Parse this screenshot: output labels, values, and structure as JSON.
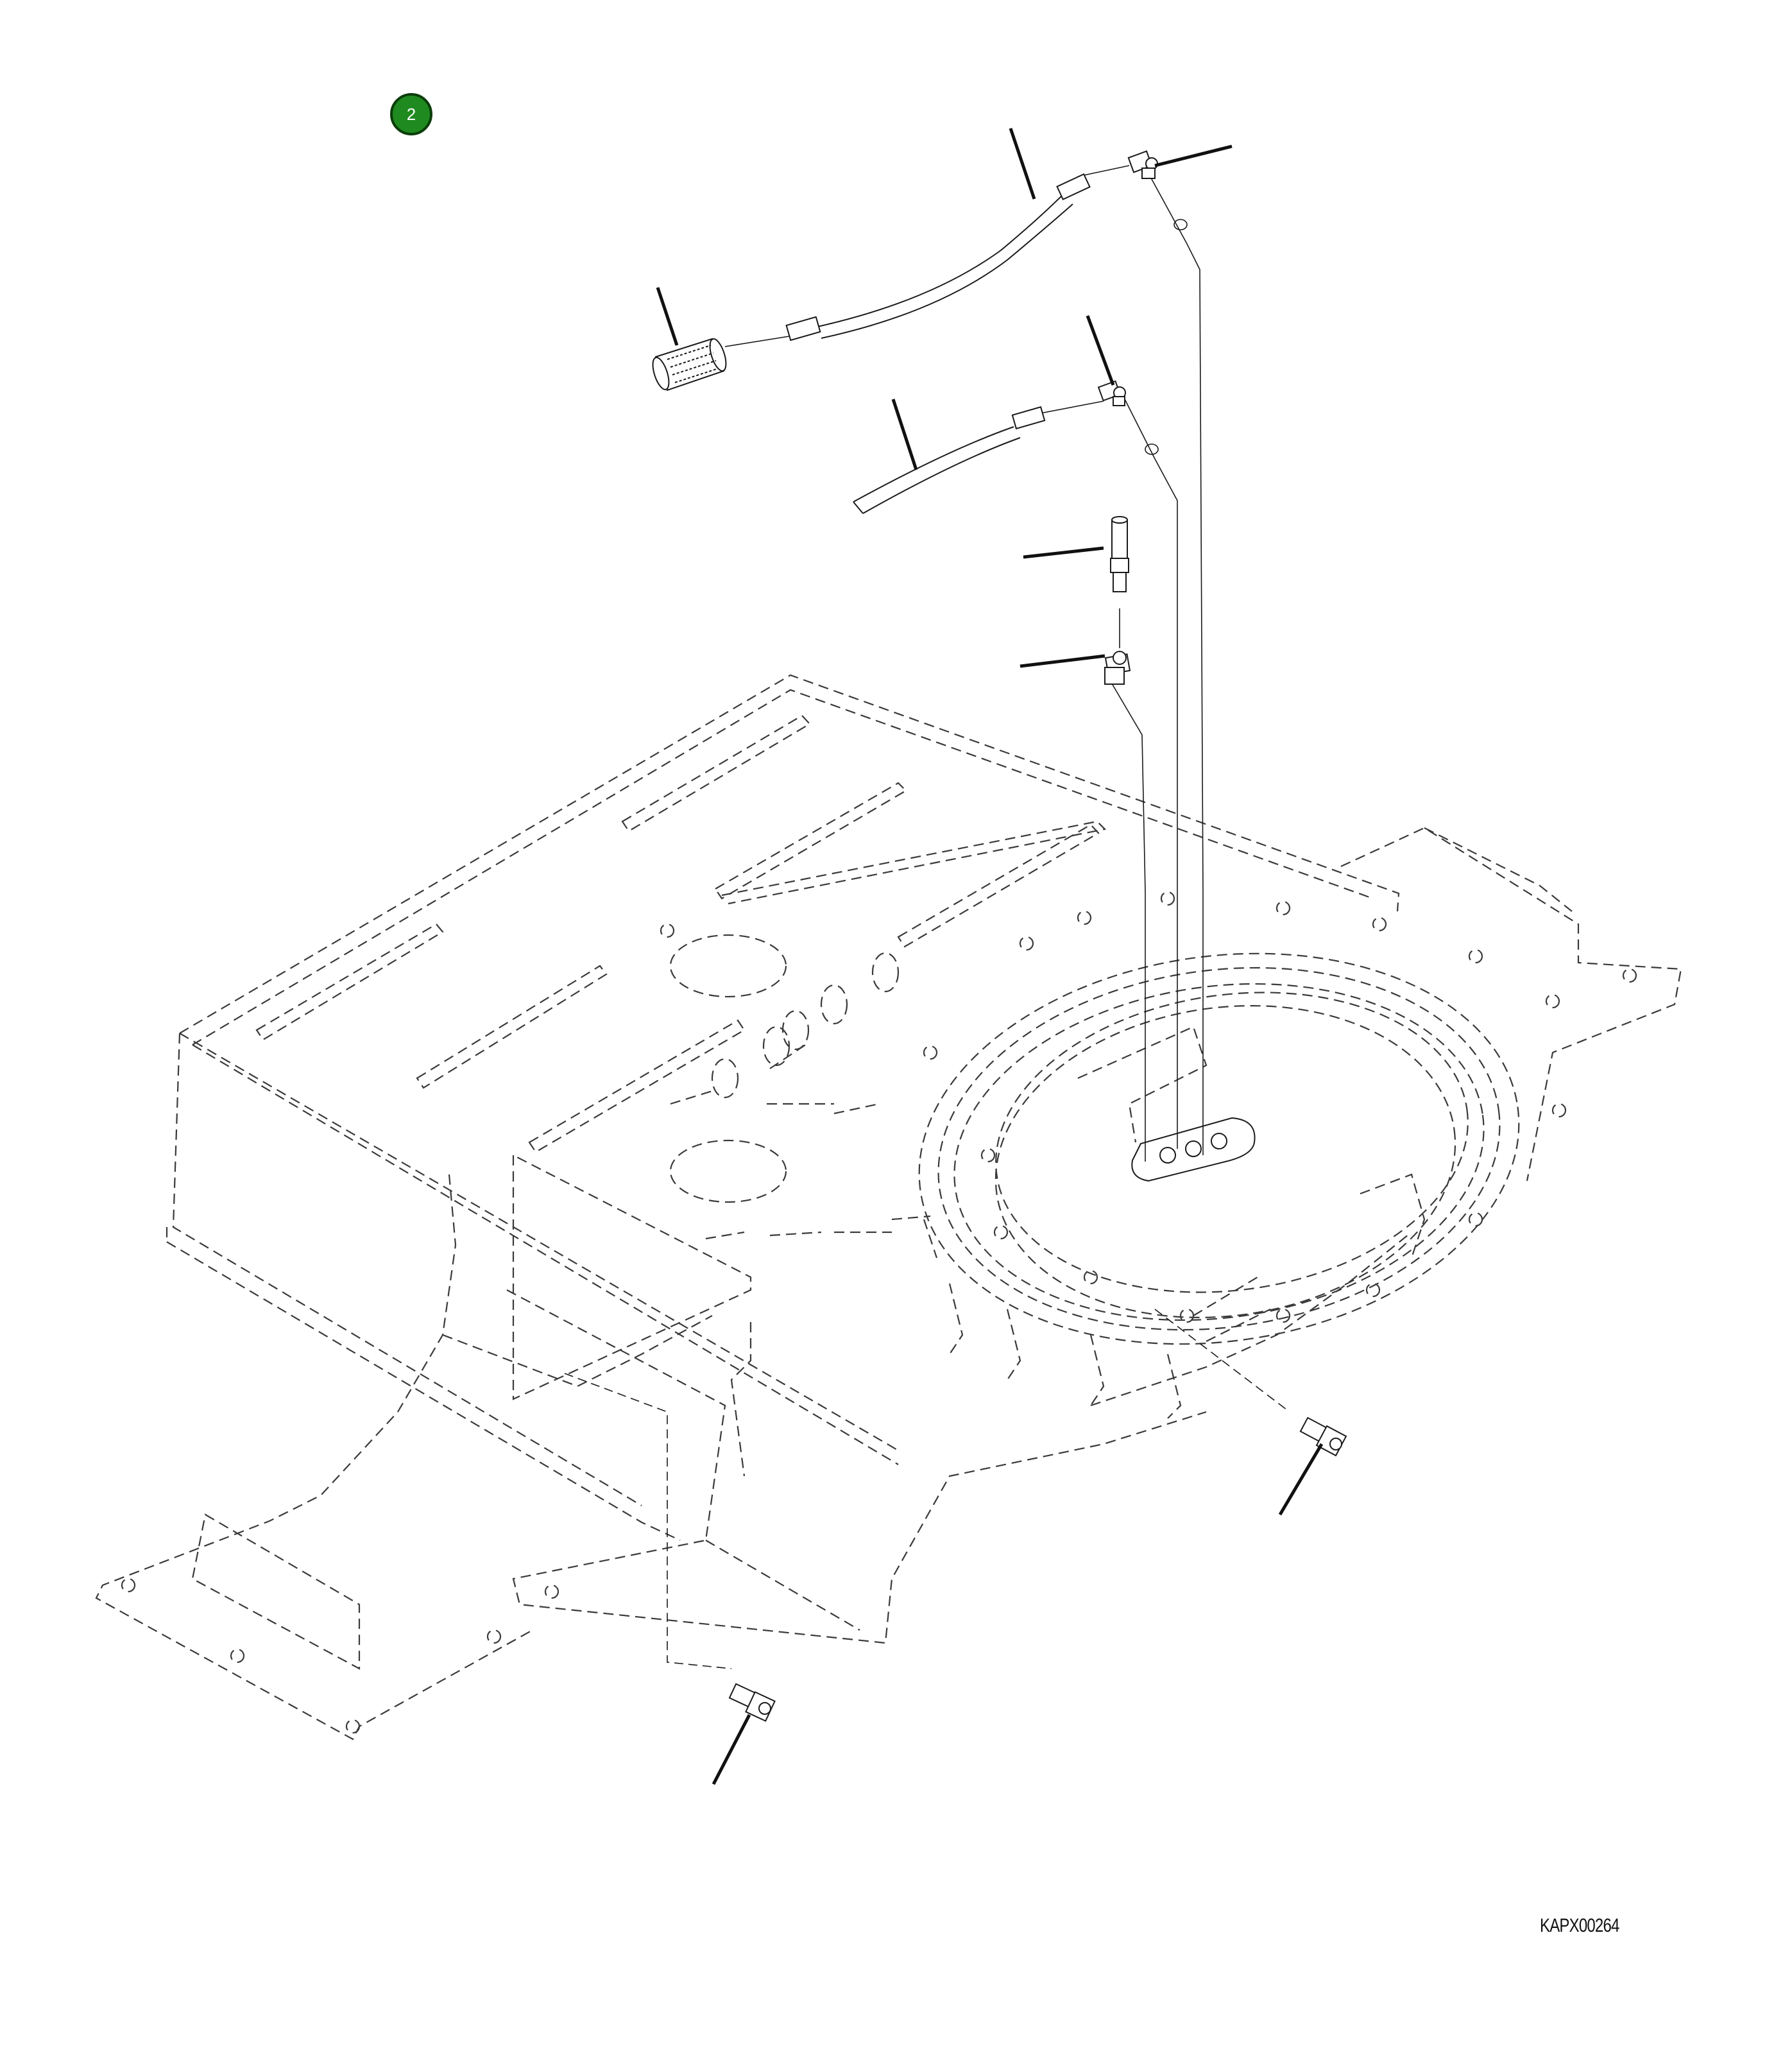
{
  "step_badge": {
    "number": "2",
    "color": "#1f8a1f"
  },
  "figure_code": "KAPX00264",
  "line_color": "#1a1a1a",
  "dashed_line_color": "#3a3a3a",
  "parts": [
    {
      "name": "strainer",
      "kind": "filter-cylinder"
    },
    {
      "name": "grease-hose-upper",
      "kind": "hose"
    },
    {
      "name": "elbow-fitting-upper",
      "kind": "elbow"
    },
    {
      "name": "grease-hose-lower",
      "kind": "hose"
    },
    {
      "name": "elbow-fitting-middle",
      "kind": "elbow"
    },
    {
      "name": "straight-adapter",
      "kind": "adapter"
    },
    {
      "name": "elbow-fitting-lower",
      "kind": "elbow"
    },
    {
      "name": "grease-fitting-right",
      "kind": "fitting"
    },
    {
      "name": "grease-fitting-left",
      "kind": "fitting"
    }
  ]
}
